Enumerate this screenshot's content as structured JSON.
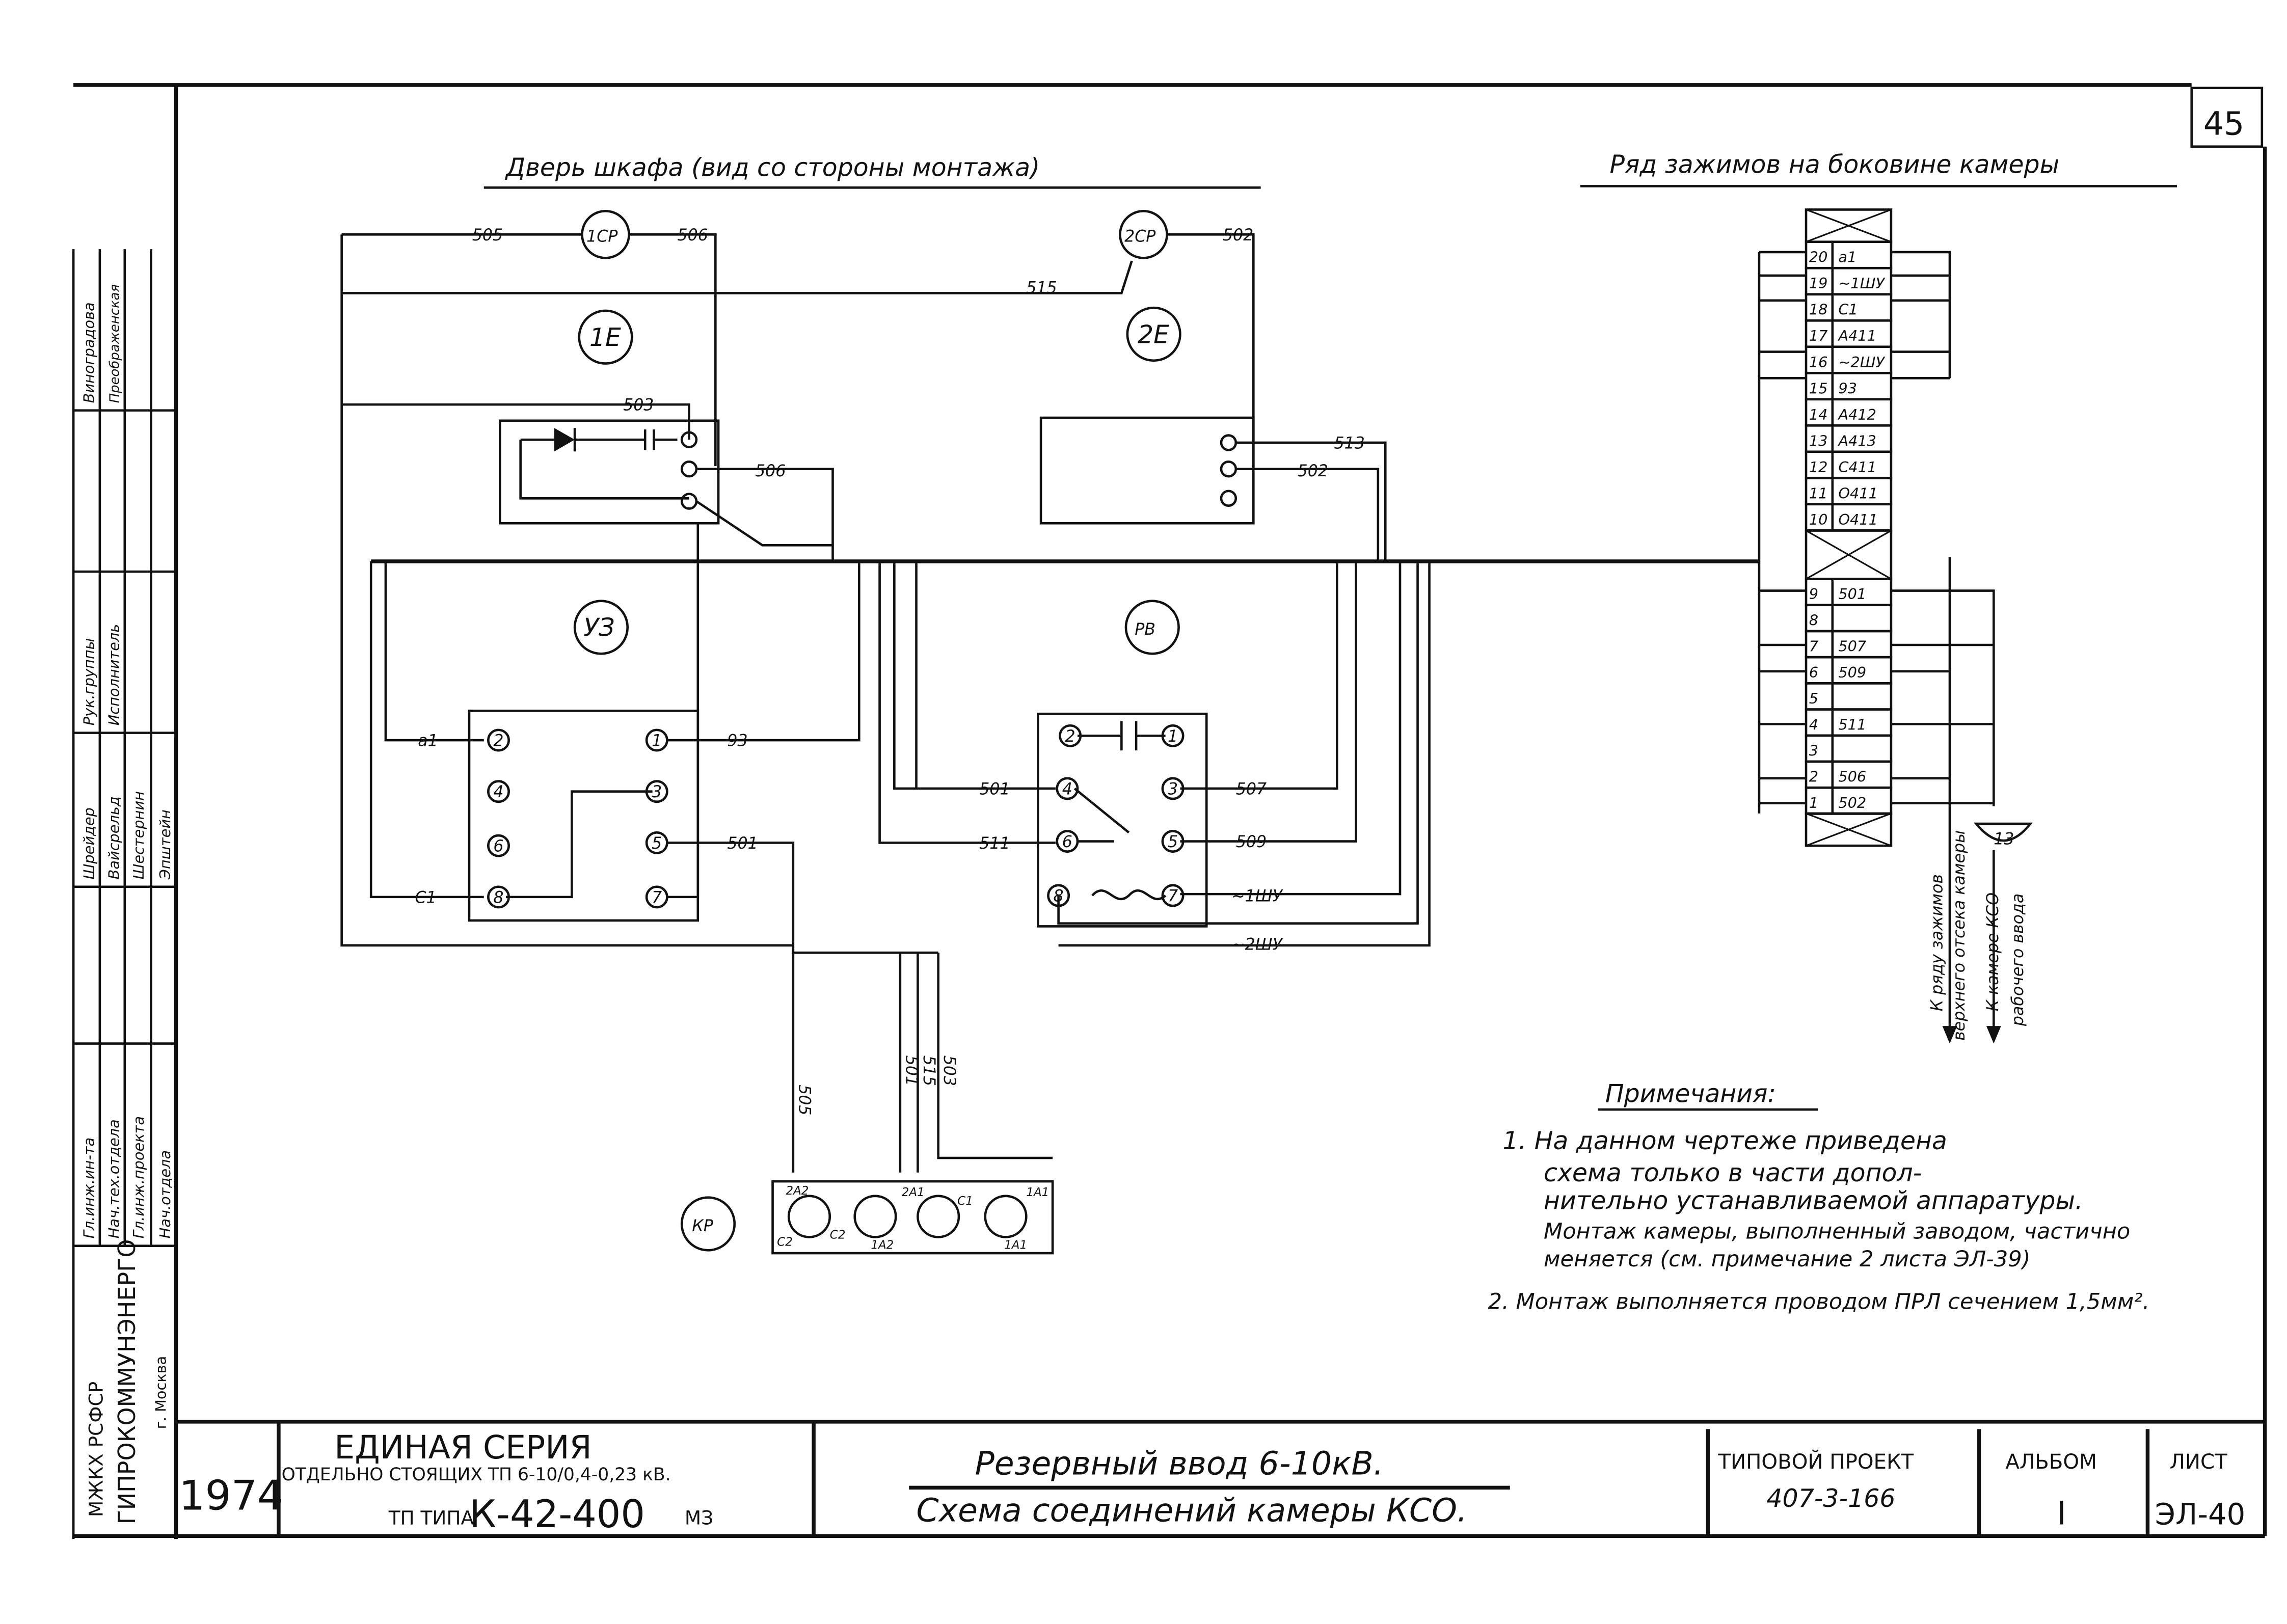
{
  "sheet_number": "45",
  "door": {
    "title": "Дверь шкафа (вид со стороны монтажа)",
    "devices": {
      "cp1": "1СР",
      "cp2": "2СР",
      "e1": "1Е",
      "e2": "2Е",
      "u3": "УЗ",
      "pb": "РВ",
      "kp": "КР"
    },
    "wires": {
      "w505": "505",
      "w506a": "506",
      "w502a": "502",
      "w515": "515",
      "w503": "503",
      "w506b": "506",
      "w513": "513",
      "w502b": "502",
      "wa1": "a1",
      "w93": "93",
      "wc1": "C1",
      "w501a": "501",
      "w501b": "501",
      "w507": "507",
      "w511": "511",
      "w509": "509",
      "w1shu": "~1ШУ",
      "w2shu": "~2ШУ",
      "v505": "505",
      "v501": "501",
      "v515": "515",
      "v503": "503"
    },
    "u3_terminals": [
      "2",
      "4",
      "6",
      "8",
      "1",
      "3",
      "5",
      "7"
    ],
    "pb_terminals": [
      "2",
      "1",
      "4",
      "3",
      "6",
      "5",
      "8",
      "7"
    ],
    "kp_labels": [
      "2А2",
      "С2",
      "С2",
      "1А2",
      "2А1",
      "С1",
      "1А1",
      "1А1"
    ]
  },
  "terminals": {
    "title": "Ряд зажимов на боковине камеры",
    "upper": [
      {
        "n": "20",
        "label": "а1"
      },
      {
        "n": "19",
        "label": "~1ШУ"
      },
      {
        "n": "18",
        "label": "С1"
      },
      {
        "n": "17",
        "label": "А411"
      },
      {
        "n": "16",
        "label": "~2ШУ"
      },
      {
        "n": "15",
        "label": "93"
      },
      {
        "n": "14",
        "label": "А412"
      },
      {
        "n": "13",
        "label": "А413"
      },
      {
        "n": "12",
        "label": "С411"
      },
      {
        "n": "11",
        "label": "О411"
      },
      {
        "n": "10",
        "label": "О411"
      }
    ],
    "lower": [
      {
        "n": "9",
        "label": "501"
      },
      {
        "n": "8",
        "label": ""
      },
      {
        "n": "7",
        "label": "507"
      },
      {
        "n": "6",
        "label": "509"
      },
      {
        "n": "5",
        "label": ""
      },
      {
        "n": "4",
        "label": "511"
      },
      {
        "n": "3",
        "label": ""
      },
      {
        "n": "2",
        "label": "506"
      },
      {
        "n": "1",
        "label": "502"
      }
    ],
    "ref": "13",
    "arrow1": [
      "К ряду зажимов",
      "верхнего отсека камеры"
    ],
    "arrow2": [
      "К камере КСО",
      "рабочего ввода"
    ]
  },
  "notes": {
    "title": "Примечания:",
    "lines": [
      "1. На данном чертеже приведена",
      "схема только в части допол-",
      "нительно устанавливаемой аппаратуры.",
      "Монтаж камеры, выполненный заводом, частично",
      "меняется (см. примечание 2 листа ЭЛ-39)",
      "2. Монтаж выполняется проводом ПРЛ сечением 1,5мм²."
    ]
  },
  "title_block": {
    "year": "1974",
    "series": "ЕДИНАЯ СЕРИЯ",
    "series_sub": "ОТДЕЛЬНО СТОЯЩИХ ТП 6-10/0,4-0,23 кВ.",
    "tp_type_prefix": "ТП ТИПА",
    "tp_type": "К-42-400",
    "tp_type_suffix": "МЗ",
    "title1": "Резервный ввод 6-10кВ.",
    "title2": "Схема соединений камеры КСО.",
    "project_label": "ТИПОВОЙ ПРОЕКТ",
    "project": "407-3-166",
    "album_label": "АЛЬБОМ",
    "album": "I",
    "sheet_label": "ЛИСТ",
    "sheet": "ЭЛ-40"
  },
  "stamp": {
    "org1": "МЖКХ РСФСР",
    "org2": "ГИПРОКОММУНЭНЕРГО",
    "city": "г. Москва",
    "roles": [
      "Гл.инж.ин-та",
      "Нач.тех.отдела",
      "Гл.инж.проекта",
      "Нач.отдела",
      "Рук.группы",
      "Исполнитель"
    ],
    "names": [
      "Шрейдер",
      "Вайсрельд",
      "Шестернин",
      "Эпштейн",
      "Виноградова",
      "Преображенская"
    ]
  }
}
